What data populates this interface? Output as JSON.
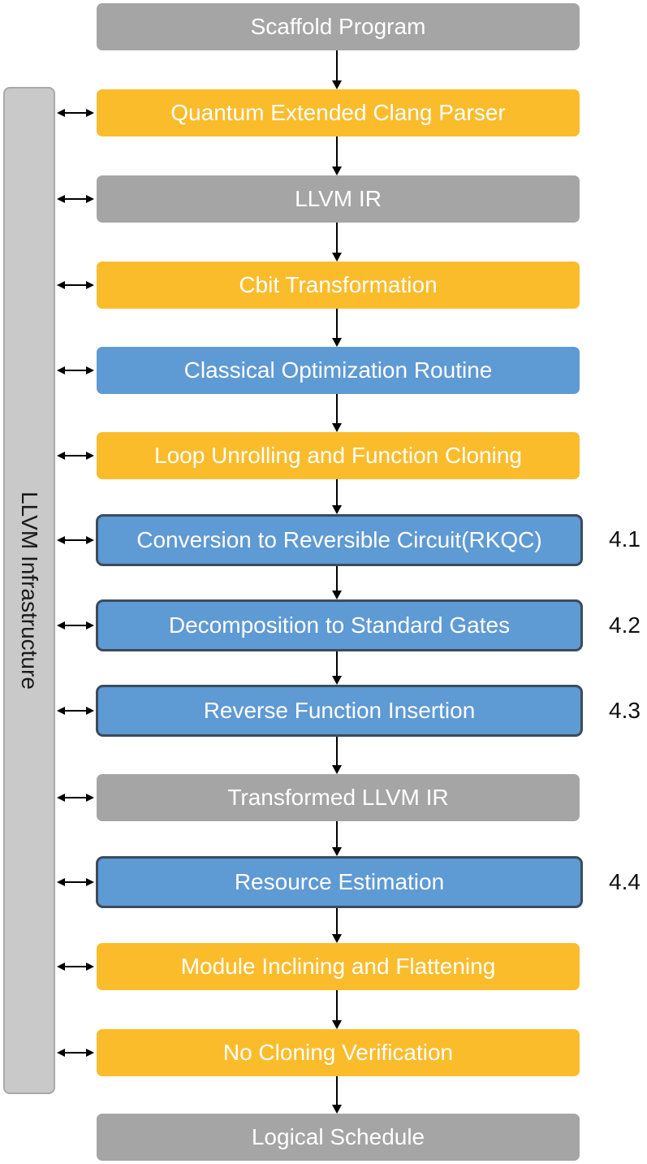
{
  "sidebar": {
    "label": "LLVM Infrastructure"
  },
  "stages": [
    {
      "label": "Scaffold Program",
      "color": "gray",
      "section": ""
    },
    {
      "label": "Quantum Extended Clang Parser",
      "color": "yellow",
      "section": ""
    },
    {
      "label": "LLVM IR",
      "color": "gray",
      "section": ""
    },
    {
      "label": "Cbit Transformation",
      "color": "yellow",
      "section": ""
    },
    {
      "label": "Classical Optimization Routine",
      "color": "blue",
      "section": ""
    },
    {
      "label": "Loop Unrolling and Function Cloning",
      "color": "yellow",
      "section": ""
    },
    {
      "label": "Conversion to Reversible Circuit(RKQC)",
      "color": "blue",
      "section": "4.1"
    },
    {
      "label": "Decomposition to Standard Gates",
      "color": "blue",
      "section": "4.2"
    },
    {
      "label": "Reverse Function Insertion",
      "color": "blue",
      "section": "4.3"
    },
    {
      "label": "Transformed LLVM IR",
      "color": "gray",
      "section": ""
    },
    {
      "label": "Resource Estimation",
      "color": "blue",
      "section": "4.4"
    },
    {
      "label": "Module Inclining and Flattening",
      "color": "yellow",
      "section": ""
    },
    {
      "label": "No Cloning Verification",
      "color": "yellow",
      "section": ""
    },
    {
      "label": "Logical Schedule",
      "color": "gray",
      "section": ""
    }
  ],
  "colors": {
    "gray": "#a5a5a5",
    "yellow": "#fbbc2c",
    "blue": "#5e9ad4",
    "outline": "#3d4a5c"
  }
}
